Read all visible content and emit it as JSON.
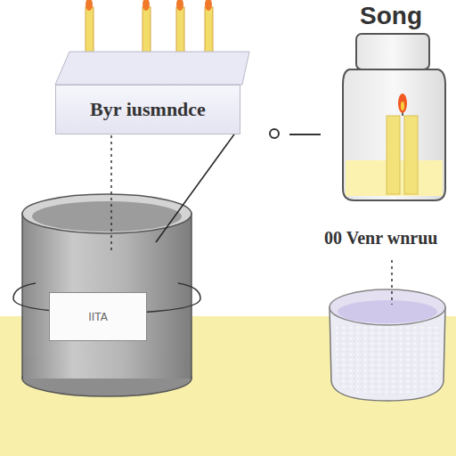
{
  "diagram": {
    "nodes": [
      {
        "text": [
          "Byr iusmndce"
        ]
      },
      {
        "text": [
          "IITA"
        ]
      }
    ],
    "labels": [
      "Song",
      "00 Venr wnruu"
    ]
  }
}
